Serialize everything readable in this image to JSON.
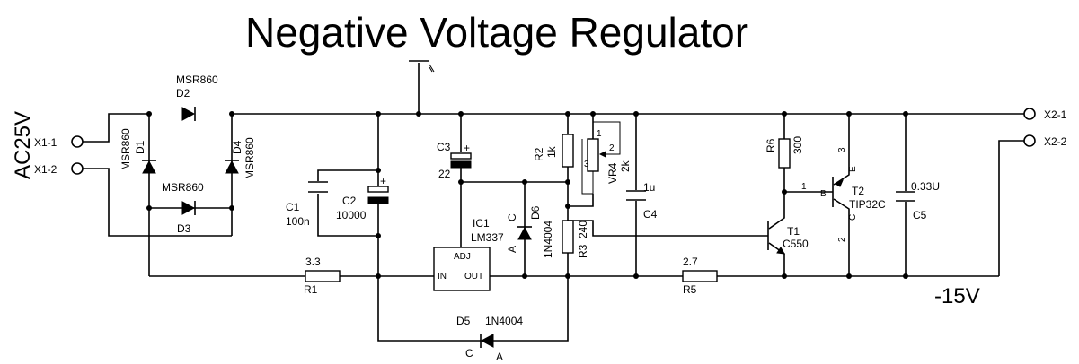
{
  "title": "Negative Voltage Regulator",
  "input_voltage": "AC25V",
  "output_voltage": "-15V",
  "connectors": {
    "x1_1": "X1-1",
    "x1_2": "X1-2",
    "x2_1": "X2-1",
    "x2_2": "X2-2"
  },
  "diodes": {
    "d1": {
      "ref": "D1",
      "part": "MSR860"
    },
    "d2": {
      "ref": "D2",
      "part": "MSR860"
    },
    "d3": {
      "ref": "D3",
      "part": "MSR860"
    },
    "d4": {
      "ref": "D4",
      "part": "MSR860"
    },
    "d5": {
      "ref": "D5",
      "part": "1N4004",
      "pin_c": "C",
      "pin_a": "A"
    },
    "d6": {
      "ref": "D6",
      "part": "1N4004",
      "pin_c": "C",
      "pin_a": "A"
    }
  },
  "capacitors": {
    "c1": {
      "ref": "C1",
      "value": "100n"
    },
    "c2": {
      "ref": "C2",
      "value": "10000"
    },
    "c3": {
      "ref": "C3",
      "value": "22"
    },
    "c4": {
      "ref": "C4",
      "value": "1u"
    },
    "c5": {
      "ref": "C5",
      "value": "0.33U"
    }
  },
  "resistors": {
    "r1": {
      "ref": "R1",
      "value": "3.3"
    },
    "r2": {
      "ref": "R2",
      "value": "1k"
    },
    "r3": {
      "ref": "R3",
      "value": "240"
    },
    "r5": {
      "ref": "R5",
      "value": "2.7"
    },
    "r6": {
      "ref": "R6",
      "value": "300"
    },
    "vr4": {
      "ref": "VR4",
      "value": "2k",
      "pin1": "1",
      "pin2": "2",
      "pin3": "3"
    }
  },
  "ic1": {
    "ref": "IC1",
    "part": "LM337",
    "adj": "ADJ",
    "in": "IN",
    "out": "OUT"
  },
  "t1": {
    "ref": "T1",
    "part": "C550"
  },
  "t2": {
    "ref": "T2",
    "part": "TIP32C",
    "b": "B",
    "e": "E",
    "c": "C",
    "pin1": "1",
    "pin2": "2",
    "pin3": "3"
  }
}
